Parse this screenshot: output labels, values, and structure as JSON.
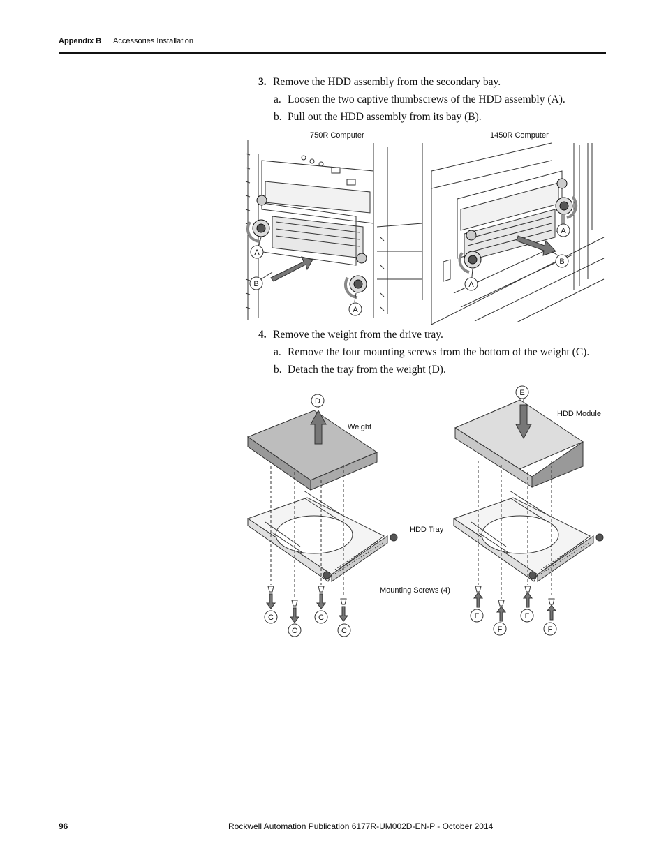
{
  "header": {
    "section": "Appendix B",
    "title": "Accessories Installation"
  },
  "steps": [
    {
      "number": "3.",
      "text": "Remove the HDD assembly from the secondary bay.",
      "substeps": [
        {
          "letter": "a.",
          "text": "Loosen the two captive thumbscrews of the HDD assembly (A)."
        },
        {
          "letter": "b.",
          "text": "Pull out the HDD assembly from its bay (B)."
        }
      ]
    },
    {
      "number": "4.",
      "text": "Remove the weight from the drive tray.",
      "substeps": [
        {
          "letter": "a.",
          "text": "Remove the four mounting screws from the bottom of the weight (C)."
        },
        {
          "letter": "b.",
          "text": "Detach the tray from the weight (D)."
        }
      ]
    }
  ],
  "figure1": {
    "left_caption": "750R Computer",
    "right_caption": "1450R Computer",
    "callout_a": "A",
    "callout_b": "B"
  },
  "figure2": {
    "weight_label": "Weight",
    "hdd_module_label": "HDD Module",
    "hdd_tray_label": "HDD Tray",
    "screws_label": "Mounting Screws (4)",
    "callout_c": "C",
    "callout_d": "D",
    "callout_e": "E",
    "callout_f": "F"
  },
  "footer": {
    "page_number": "96",
    "publication": "Rockwell Automation Publication 6177R-UM002D-EN-P - October 2014"
  }
}
